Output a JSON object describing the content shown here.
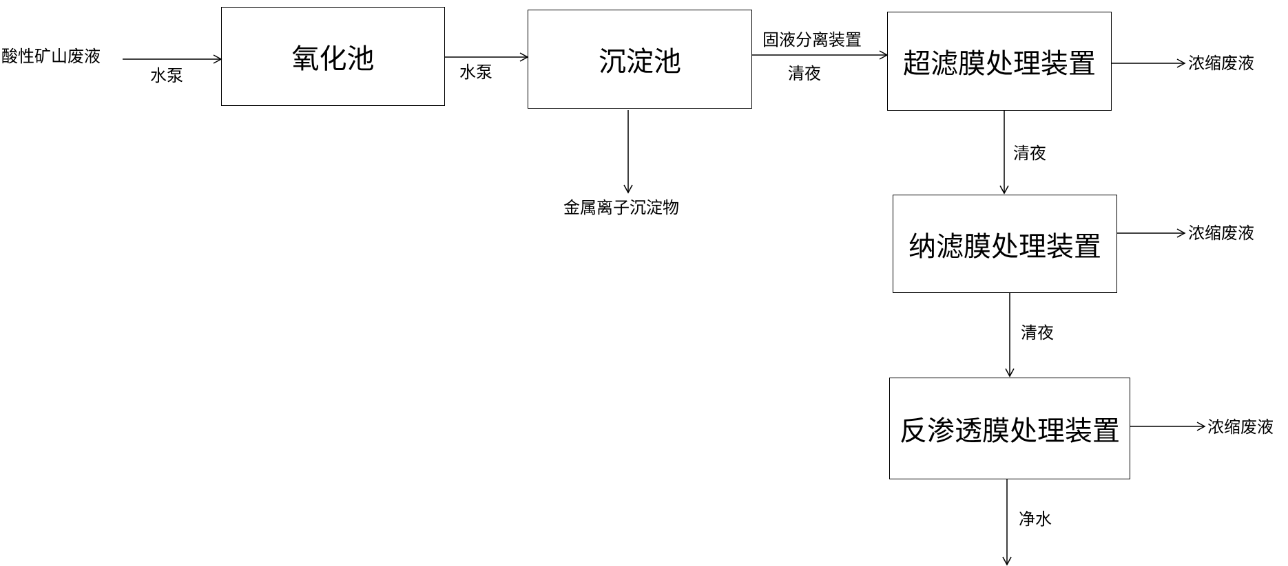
{
  "nodes": {
    "oxidation_pond": "氧化池",
    "sedimentation_pond": "沉淀池",
    "ultrafiltration": "超滤膜处理装置",
    "nanofiltration": "纳滤膜处理装置",
    "reverse_osmosis": "反渗透膜处理装置"
  },
  "labels": {
    "input": "酸性矿山废液",
    "pump1": "水泵",
    "pump2": "水泵",
    "solid_liquid": "固液分离装置",
    "clear1": "清夜",
    "clear2": "清夜",
    "clear3": "清夜",
    "precipitate": "金属离子沉淀物",
    "conc1": "浓缩废液",
    "conc2": "浓缩废液",
    "conc3": "浓缩废液",
    "clean_water": "净水"
  }
}
